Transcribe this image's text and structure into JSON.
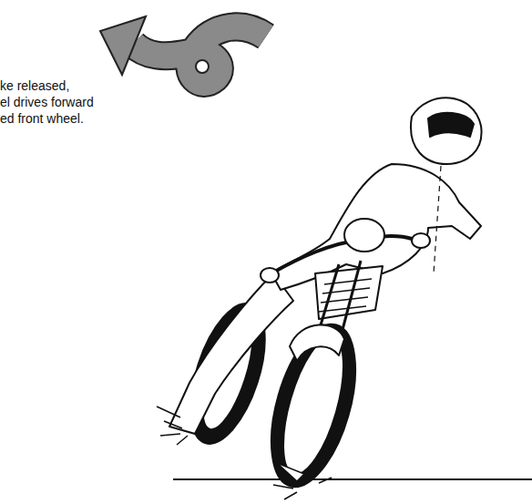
{
  "diagram": {
    "labels": [
      "ke released,",
      "el drives forward",
      "ed front wheel."
    ]
  }
}
